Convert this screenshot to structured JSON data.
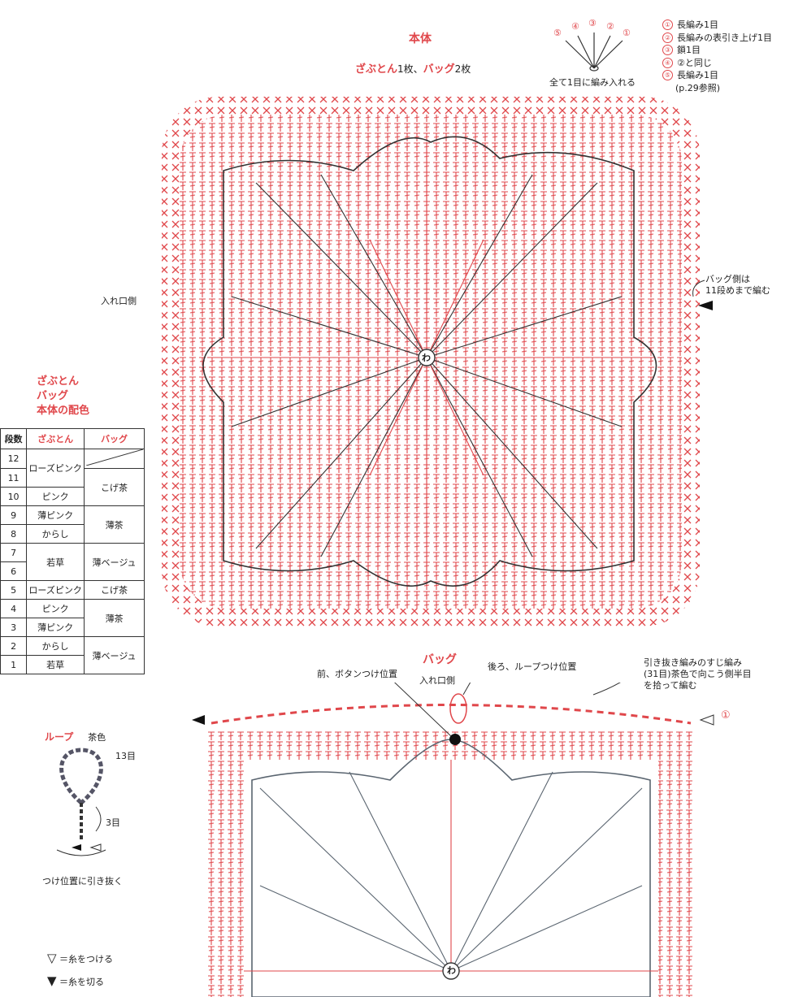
{
  "main": {
    "heading": "本体",
    "subtitle": {
      "zabuton": "ざぶとん",
      "zabuton_count": "1枚、",
      "bag": "バッグ",
      "bag_count": "2枚"
    },
    "entrance_label": "入れ口側",
    "bag_side_note": {
      "line1": "バッグ側は",
      "line2": "11段めまで編む"
    },
    "center_label": "わ"
  },
  "cluster_legend": {
    "numbers": [
      "⑤",
      "④",
      "③",
      "②",
      "①"
    ],
    "caption": "全て1目に編み入れる"
  },
  "stitch_legend": [
    {
      "num": "①",
      "text": "長編み1目"
    },
    {
      "num": "②",
      "text": "長編みの表引き上げ1目"
    },
    {
      "num": "③",
      "text": "鎖1目"
    },
    {
      "num": "④",
      "text": "②と同じ"
    },
    {
      "num": "⑤",
      "text": "長編み1目"
    },
    {
      "num": "",
      "text": "(p.29参照)"
    }
  ],
  "color_table": {
    "caption": {
      "line1": "ざぶとん",
      "line2": "バッグ",
      "line3": "本体の配色"
    },
    "headers": [
      "段数",
      "ざぶとん",
      "バッグ"
    ],
    "rows": [
      "12",
      "11",
      "10",
      "9",
      "8",
      "7",
      "6",
      "5",
      "4",
      "3",
      "2",
      "1"
    ],
    "zabuton": [
      "ローズピンク",
      "ピンク",
      "薄ピンク",
      "からし",
      "若草",
      "ローズピンク",
      "ピンク",
      "薄ピンク",
      "からし",
      "若草"
    ],
    "bag": [
      "こげ茶",
      "薄茶",
      "薄ベージュ",
      "こげ茶",
      "薄茶",
      "薄ベージュ"
    ]
  },
  "loop": {
    "title": "ループ",
    "color": "茶色",
    "count_top": "13目",
    "count_bottom": "3目",
    "caption": "つけ位置に引き抜く"
  },
  "symbols": [
    {
      "symbol": "▽",
      "text": "＝糸をつける"
    },
    {
      "symbol": "▼",
      "text": "＝糸を切る"
    }
  ],
  "bag": {
    "heading": "バッグ",
    "entrance_label": "入れ口側",
    "button_label": "前、ボタンつけ位置",
    "loop_label": "後ろ、ループつけ位置",
    "note": {
      "line1": "引き抜き編みのすじ編み",
      "line2": "(31目)茶色で向こう側半目",
      "line3": "を拾って編む"
    },
    "start_mark": "①",
    "center_label": "わ"
  },
  "colors": {
    "accent": "#e0474b",
    "dark": "#333333",
    "bag_dark": "#5a6570"
  }
}
